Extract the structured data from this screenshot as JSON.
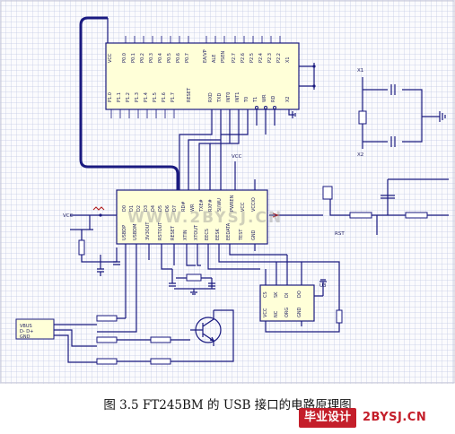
{
  "caption": "图 3.5 FT245BM 的 USB 接口的电路原理图",
  "watermark": "WWW.2BYSJ.CN",
  "logo_left": "毕业设计",
  "logo_right": "2BYSJ.CN",
  "colors": {
    "wire": "#1a1a80",
    "chip_fill": "#ffffd8",
    "logo": "#c41e2a",
    "grid": "#c0c8e0"
  }
}
